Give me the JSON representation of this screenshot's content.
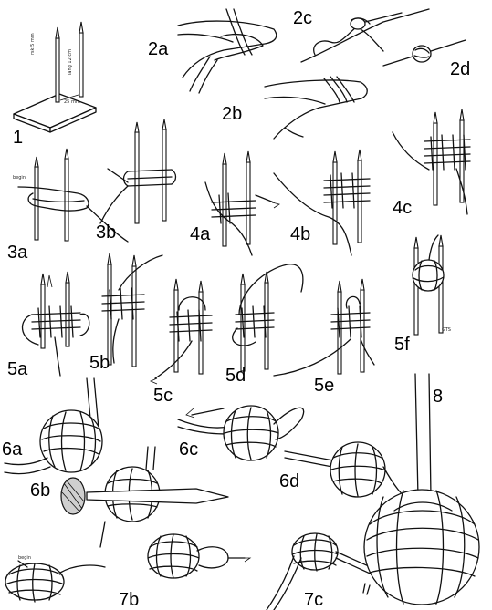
{
  "steps": {
    "s1": "1",
    "s2a": "2a",
    "s2b": "2b",
    "s2c": "2c",
    "s2d": "2d",
    "s3a": "3a",
    "s3b": "3b",
    "s4a": "4a",
    "s4b": "4b",
    "s4c": "4c",
    "s5a": "5a",
    "s5b": "5b",
    "s5c": "5c",
    "s5d": "5d",
    "s5e": "5e",
    "s5f": "5f",
    "s6a": "6a",
    "s6b": "6b",
    "s6c": "6c",
    "s6d": "6d",
    "s7b": "7b",
    "s7c": "7c",
    "s8": "8"
  },
  "jig": {
    "dim_top": "rsk 5 mm",
    "dim_height": "lang 12 cm",
    "dim_spacing": "25 mm"
  },
  "annotations": {
    "begin_3a": "begin",
    "begin_7": "begin",
    "signature": "GTS"
  },
  "colors": {
    "ink": "#111111",
    "paper": "#ffffff",
    "shade": "#cfcfcf"
  }
}
